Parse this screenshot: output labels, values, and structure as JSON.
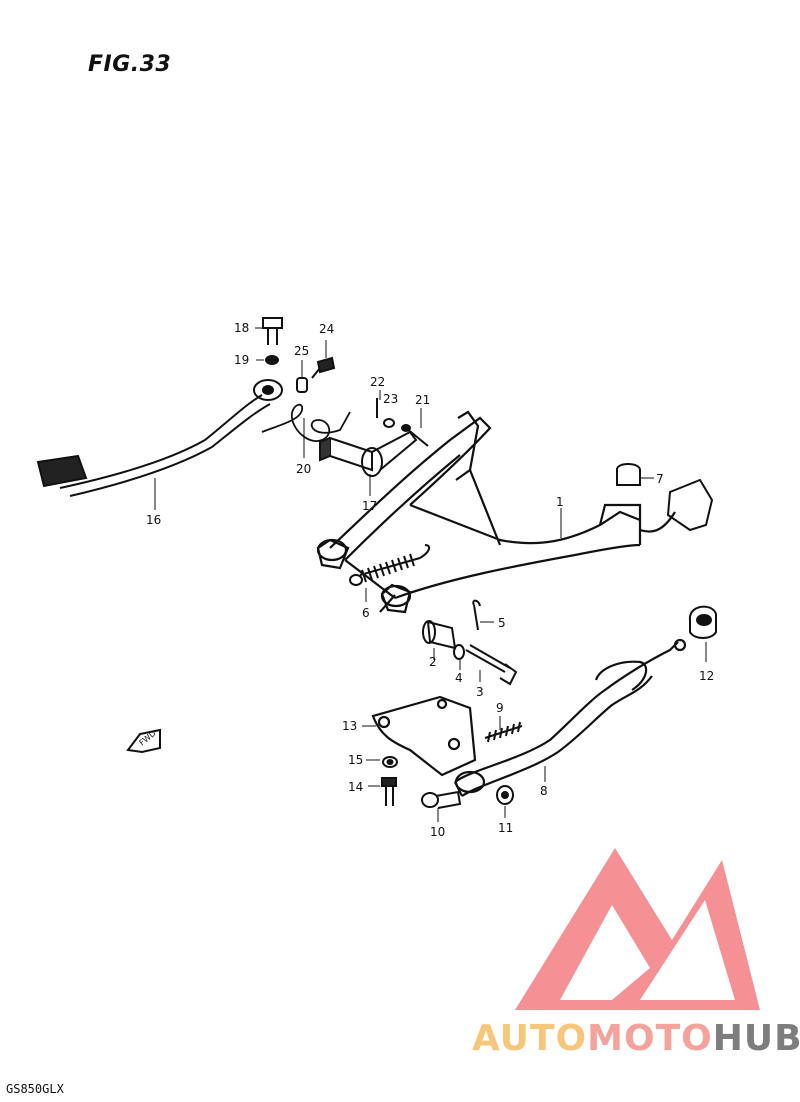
{
  "figure": {
    "title": "FIG.33",
    "model": "GS850GLX"
  },
  "watermark": {
    "part1": "AUTO",
    "part2": "MOTO",
    "part3": "HUB",
    "colors": {
      "auto": "#f6c77a",
      "moto": "#f3a39b",
      "hub": "#7d7d7d",
      "logo": "#f0515a"
    }
  },
  "front_marker": "FWD",
  "callouts": [
    "1",
    "2",
    "3",
    "4",
    "5",
    "6",
    "7",
    "8",
    "9",
    "10",
    "11",
    "12",
    "13",
    "14",
    "15",
    "16",
    "17",
    "18",
    "19",
    "20",
    "21",
    "22",
    "23",
    "24",
    "25"
  ]
}
